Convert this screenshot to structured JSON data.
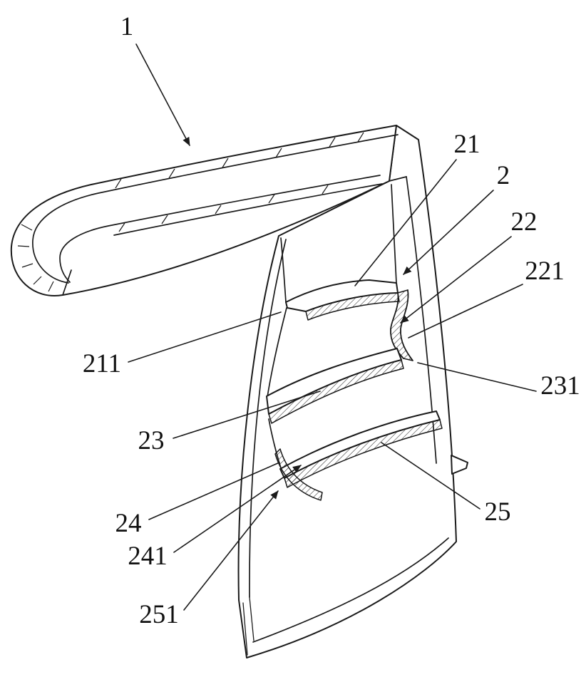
{
  "figure": {
    "background": "#ffffff",
    "line_color": "#1a1a1a",
    "kind": "patent-line-drawing"
  },
  "reference_labels": [
    {
      "id": "ref-1",
      "text": "1"
    },
    {
      "id": "ref-21",
      "text": "21"
    },
    {
      "id": "ref-2",
      "text": "2"
    },
    {
      "id": "ref-22",
      "text": "22"
    },
    {
      "id": "ref-221",
      "text": "221"
    },
    {
      "id": "ref-211",
      "text": "211"
    },
    {
      "id": "ref-231",
      "text": "231"
    },
    {
      "id": "ref-23",
      "text": "23"
    },
    {
      "id": "ref-24",
      "text": "24"
    },
    {
      "id": "ref-25",
      "text": "25"
    },
    {
      "id": "ref-241",
      "text": "241"
    },
    {
      "id": "ref-251",
      "text": "251"
    }
  ]
}
